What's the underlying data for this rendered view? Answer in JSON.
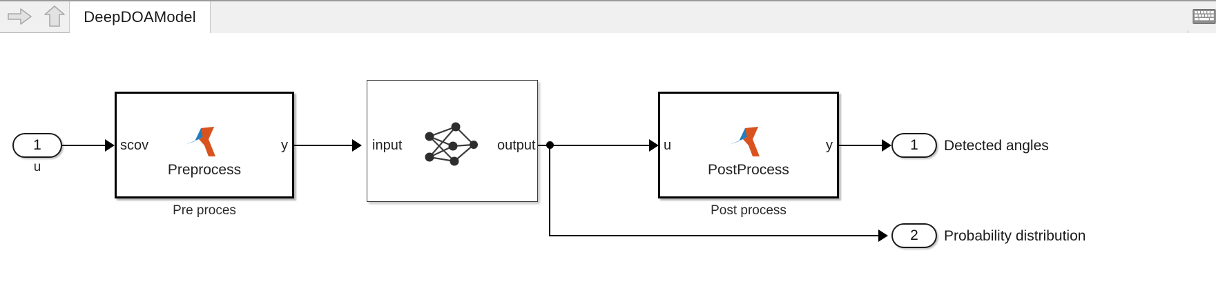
{
  "window": {
    "tab_label": "DeepDOAModel",
    "nav_forward_icon": "arrow-right-icon",
    "nav_up_icon": "arrow-up-icon",
    "keyboard_icon": "keyboard-icon"
  },
  "diagram": {
    "inports": [
      {
        "number": "1",
        "label": "u"
      }
    ],
    "outports": [
      {
        "number": "1",
        "label": "Detected angles"
      },
      {
        "number": "2",
        "label": "Probability distribution"
      }
    ],
    "blocks": [
      {
        "id": "preprocess",
        "caption": "Preprocess",
        "under_label": "Pre proces",
        "input_port": "scov",
        "output_port": "y",
        "icon": "matlab-logo-icon"
      },
      {
        "id": "network",
        "caption": "",
        "under_label": "",
        "input_port": "input",
        "output_port": "output",
        "icon": "neural-network-icon"
      },
      {
        "id": "postprocess",
        "caption": "PostProcess",
        "under_label": "Post process",
        "input_port": "u",
        "output_port": "y",
        "icon": "matlab-logo-icon"
      }
    ]
  },
  "colors": {
    "logo_blue": "#1E7FC2",
    "logo_orange": "#D9531E",
    "canvas": "#ffffff",
    "toolstrip": "#f0f0f0",
    "wire": "#000000"
  }
}
